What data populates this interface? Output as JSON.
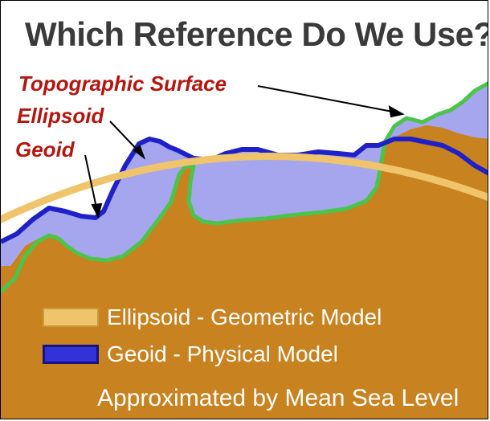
{
  "title": "Which Reference Do We Use?",
  "labels": {
    "topographic": "Topographic Surface",
    "ellipsoid": "Ellipsoid",
    "geoid": "Geoid"
  },
  "legend": [
    {
      "label": "Ellipsoid - Geometric Model",
      "color": "#f0c46a"
    },
    {
      "label": "Geoid - Physical Model",
      "color": "#3232d8"
    }
  ],
  "note": "Approximated by Mean Sea Level",
  "colors": {
    "land": "#c8821f",
    "ocean_fill": "#a6a6ee",
    "geoid_line": "#2020c8",
    "topo_line": "#4cc44c",
    "ellipsoid_line": "#f0c46a",
    "label_red": "#b3160f"
  }
}
